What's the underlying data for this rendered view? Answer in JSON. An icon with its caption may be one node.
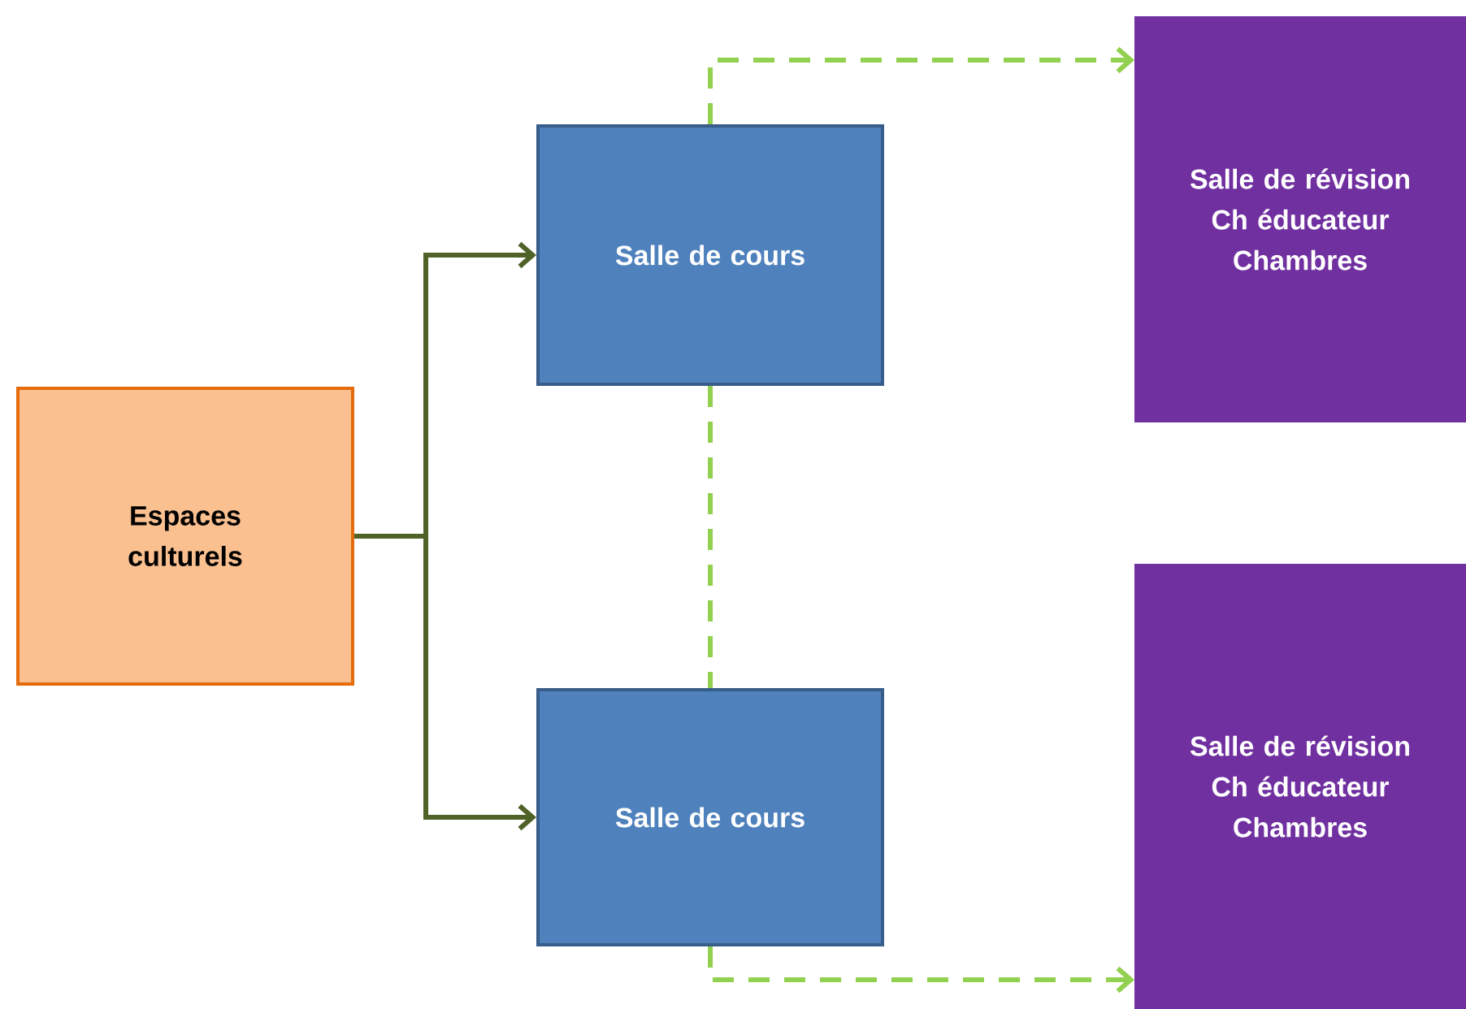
{
  "diagram": {
    "nodes": [
      {
        "text": [
          "Espaces culturels"
        ]
      },
      {
        "text": [
          "Salle de cours"
        ]
      },
      {
        "text": [
          "Salle de cours"
        ]
      },
      {
        "text": [
          "Salle de révision",
          "Ch éducateur",
          "Chambres"
        ]
      },
      {
        "text": [
          "Salle de révision",
          "Ch éducateur",
          "Chambres"
        ]
      }
    ],
    "edges": [
      {
        "from": 0,
        "to": 1,
        "arrow": "to",
        "color": "#4f6228"
      },
      {
        "from": 0,
        "to": 2,
        "arrow": "to",
        "color": "#4f6228"
      },
      {
        "from": 1,
        "to": 3,
        "arrow": "to",
        "style": "dashed",
        "color": "#92d050"
      },
      {
        "from": 1,
        "to": 2,
        "arrow": "none",
        "style": "dashed",
        "color": "#92d050"
      },
      {
        "from": 2,
        "to": 4,
        "arrow": "to",
        "style": "dashed",
        "color": "#92d050"
      }
    ]
  }
}
